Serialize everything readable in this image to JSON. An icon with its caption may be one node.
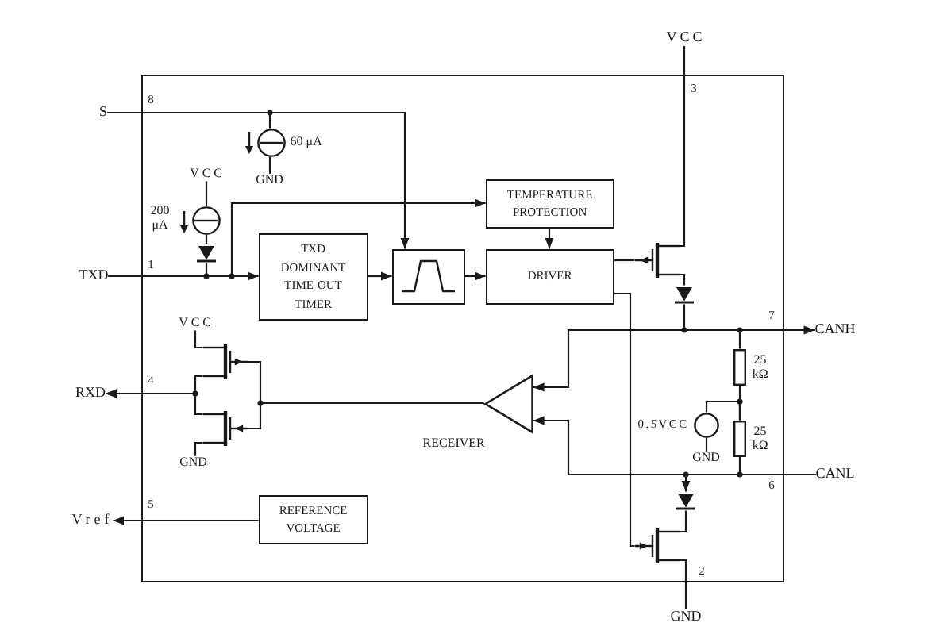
{
  "diagram": {
    "nodes": [
      {
        "text": [
          "VCC"
        ]
      },
      {
        "text": [],
        "shape": "box"
      },
      {
        "text": [
          "S"
        ]
      },
      {
        "text": [],
        "shape": "circle",
        "beside": [
          "60 μA"
        ],
        "in": 1
      },
      {
        "text": [
          "GND"
        ],
        "in": 1
      },
      {
        "text": [
          "VCC"
        ],
        "in": 1
      },
      {
        "text": [],
        "shape": "circle",
        "beside": [
          "200 μA"
        ],
        "in": 1
      },
      {
        "text": [
          "TEMPERATURE PROTECTION"
        ],
        "in": 1
      },
      {
        "text": [],
        "shape": "transistor",
        "in": 1
      },
      {
        "text": [],
        "shape": "diode",
        "in": 1
      },
      {
        "text": [
          "TXD"
        ]
      },
      {
        "text": [
          "TXD DOMINANT TIME-OUT TIMER"
        ],
        "in": 1
      },
      {
        "text": [],
        "shape": "box",
        "in": 1
      },
      {
        "text": [
          "DRIVER"
        ],
        "in": 1
      },
      {
        "text": [],
        "shape": "diode",
        "in": 1
      },
      {
        "text": [
          "VCC"
        ],
        "in": 1
      },
      {
        "text": [
          "CANH"
        ]
      },
      {
        "text": [],
        "shape": "transistor",
        "in": 1
      },
      {
        "text": [
          "RXD"
        ]
      },
      {
        "text": [],
        "shape": "triangle",
        "beside": [
          "RECEIVER"
        ],
        "in": 1
      },
      {
        "text": [],
        "shape": "resistor",
        "beside": [
          "25 kΩ"
        ],
        "in": 1
      },
      {
        "text": [],
        "shape": "transistor",
        "in": 1
      },
      {
        "text": [],
        "shape": "circle",
        "beside": [
          "0.5VCC"
        ],
        "in": 1
      },
      {
        "text": [],
        "shape": "resistor",
        "beside": [
          "25 kΩ"
        ],
        "in": 1
      },
      {
        "text": [
          "GND"
        ],
        "in": 1
      },
      {
        "text": [
          "GND"
        ],
        "in": 1
      },
      {
        "text": [
          "CANL"
        ]
      },
      {
        "text": [],
        "shape": "diode",
        "in": 1
      },
      {
        "text": [
          "REFERENCE VOLTAGE"
        ],
        "in": 1
      },
      {
        "text": [
          "Vref"
        ]
      },
      {
        "text": [],
        "shape": "transistor",
        "in": 1
      },
      {
        "text": [
          "GND"
        ]
      }
    ],
    "edges": [
      {
        "from": 2,
        "to": 3,
        "arrow": "none"
      },
      {
        "from": 2,
        "to": 12,
        "arrow": "to"
      },
      {
        "from": 3,
        "to": 4,
        "arrow": "none"
      },
      {
        "from": 5,
        "to": 6,
        "arrow": "none"
      },
      {
        "from": 6,
        "to": 9,
        "arrow": "none"
      },
      {
        "from": 9,
        "to": 10,
        "arrow": "none"
      },
      {
        "from": 10,
        "to": 11,
        "arrow": "to"
      },
      {
        "from": 10,
        "to": 7,
        "arrow": "to"
      },
      {
        "from": 11,
        "to": 12,
        "arrow": "to"
      },
      {
        "from": 12,
        "to": 13,
        "arrow": "to"
      },
      {
        "from": 7,
        "to": 13,
        "arrow": "to"
      },
      {
        "from": 13,
        "to": 8,
        "arrow": "none"
      },
      {
        "from": 13,
        "to": 30,
        "arrow": "none"
      },
      {
        "from": 0,
        "to": 8,
        "arrow": "none"
      },
      {
        "from": 8,
        "to": 14,
        "arrow": "none"
      },
      {
        "from": 14,
        "to": 16,
        "arrow": "to"
      },
      {
        "from": 16,
        "to": 19,
        "arrow": "to"
      },
      {
        "from": 16,
        "to": 20,
        "arrow": "none"
      },
      {
        "from": 15,
        "to": 17,
        "arrow": "none"
      },
      {
        "from": 19,
        "to": 17,
        "arrow": "none"
      },
      {
        "from": 19,
        "to": 21,
        "arrow": "none"
      },
      {
        "from": 17,
        "to": 18,
        "arrow": "to"
      },
      {
        "from": 21,
        "to": 18,
        "arrow": "to"
      },
      {
        "from": 20,
        "to": 23,
        "arrow": "none"
      },
      {
        "from": 22,
        "to": 23,
        "arrow": "none"
      },
      {
        "from": 22,
        "to": 25,
        "arrow": "none"
      },
      {
        "from": 21,
        "to": 24,
        "arrow": "none"
      },
      {
        "from": 26,
        "to": 19,
        "arrow": "to"
      },
      {
        "from": 26,
        "to": 23,
        "arrow": "none"
      },
      {
        "from": 26,
        "to": 27,
        "arrow": "to"
      },
      {
        "from": 27,
        "to": 30,
        "arrow": "none"
      },
      {
        "from": 30,
        "to": 31,
        "arrow": "none"
      },
      {
        "from": 28,
        "to": 29,
        "arrow": "to"
      }
    ],
    "labels": [
      "3",
      "8",
      "1",
      "7",
      "4",
      "6",
      "5",
      "2"
    ]
  }
}
